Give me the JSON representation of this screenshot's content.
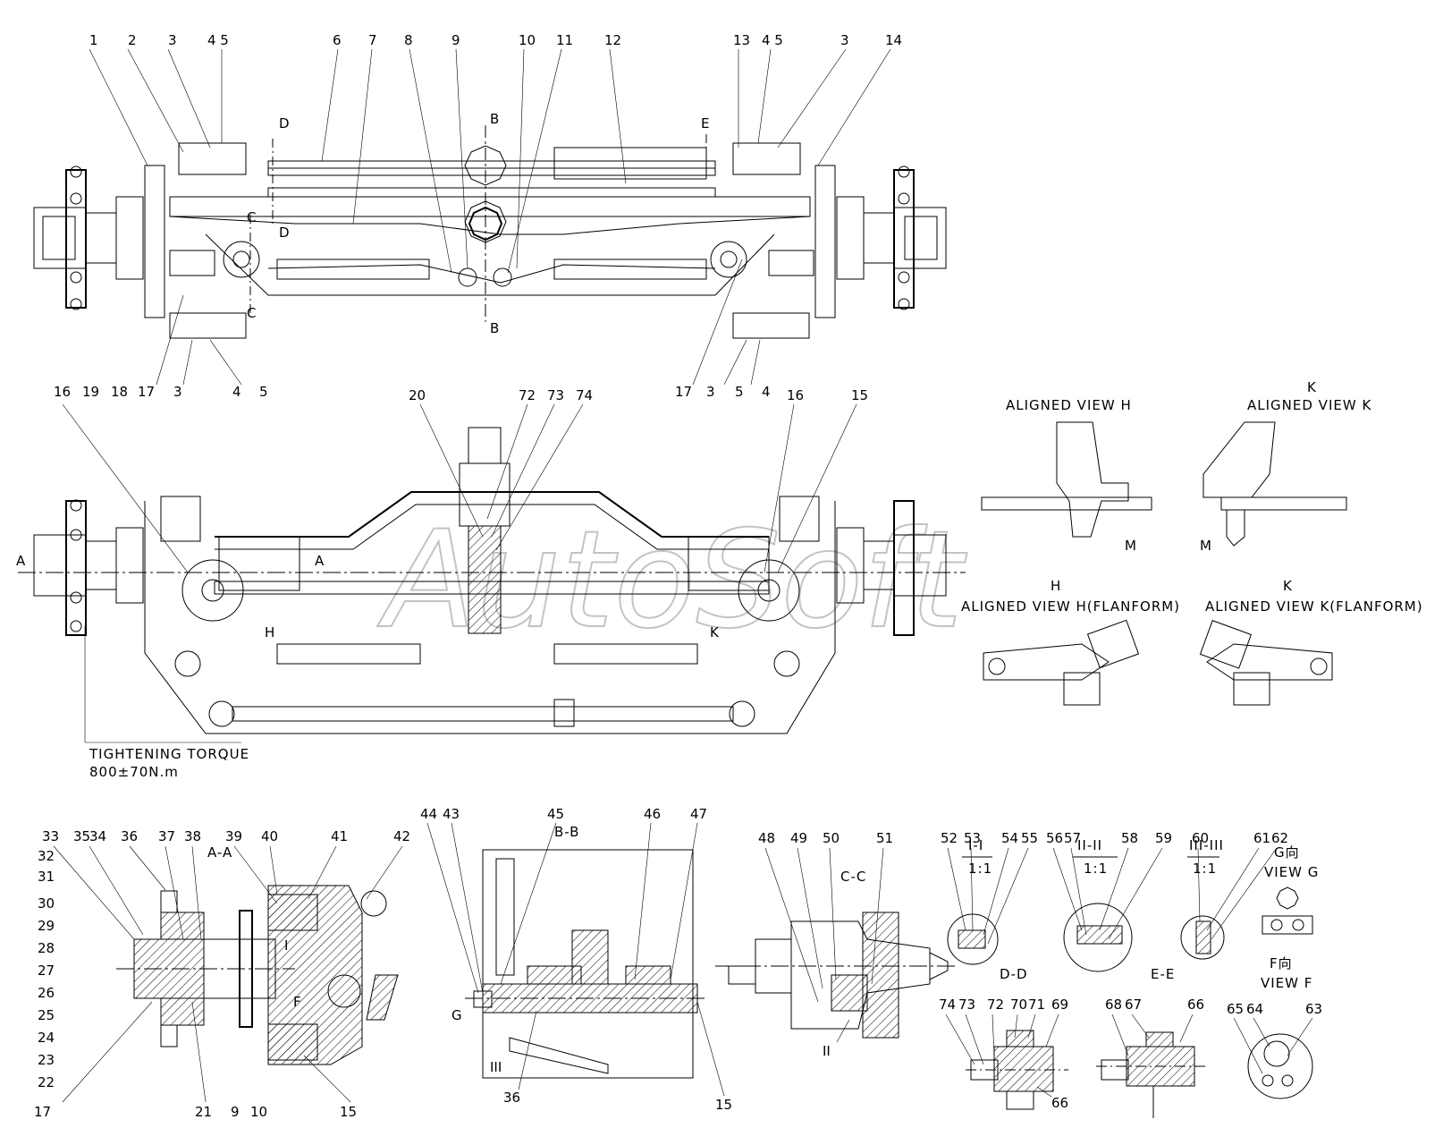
{
  "watermark": "AutoSoft",
  "top_view": {
    "callouts_top": [
      "1",
      "2",
      "3",
      "4 5",
      "6",
      "7",
      "8",
      "9",
      "10",
      "11",
      "12",
      "13",
      "4 5",
      "3",
      "14"
    ],
    "callouts_bottom": [
      "16",
      "19",
      "18",
      "17",
      "3",
      "4",
      "5",
      "17",
      "3",
      "5",
      "4"
    ],
    "section_marks": [
      "B",
      "B",
      "D",
      "D",
      "C",
      "C",
      "E"
    ]
  },
  "front_view": {
    "callouts": [
      "20",
      "72",
      "73",
      "74",
      "16",
      "15"
    ],
    "section_marks": [
      "A",
      "A",
      "H",
      "K"
    ],
    "torque_note_line1": "TIGHTENING TORQUE",
    "torque_note_line2": "800±70N.m"
  },
  "aligned_views": {
    "h_title": "ALIGNED VIEW H",
    "k_letter": "K",
    "k_title": "ALIGNED VIEW K",
    "m_label_h": "M",
    "m_label_k": "M",
    "h_flan_letter": "H",
    "h_flan_title": "ALIGNED VIEW H(FLANFORM)",
    "k_flan_letter": "K",
    "k_flan_title": "ALIGNED VIEW K(FLANFORM)"
  },
  "section_aa": {
    "title": "A-A",
    "callouts": [
      "33",
      "35",
      "34",
      "36",
      "37",
      "38",
      "39",
      "40",
      "41",
      "42",
      "32",
      "31",
      "30",
      "29",
      "28",
      "27",
      "26",
      "25",
      "24",
      "23",
      "22",
      "17",
      "21",
      "9",
      "10",
      "15"
    ],
    "marks": [
      "I",
      "F"
    ]
  },
  "section_bb": {
    "title": "B-B",
    "callouts": [
      "44",
      "43",
      "45",
      "46",
      "47",
      "36",
      "15"
    ],
    "marks": [
      "G",
      "III"
    ]
  },
  "section_cc": {
    "title": "C-C",
    "callouts": [
      "48",
      "49",
      "50",
      "51"
    ],
    "marks": [
      "II"
    ]
  },
  "detail_i": {
    "title": "I-I",
    "scale": "1:1",
    "callouts": [
      "52",
      "53",
      "54",
      "55"
    ]
  },
  "detail_ii": {
    "title": "II-II",
    "scale": "1:1",
    "callouts": [
      "56",
      "57",
      "58",
      "59"
    ]
  },
  "detail_iii": {
    "title": "III-III",
    "scale": "1:1",
    "callouts": [
      "60",
      "61",
      "62"
    ]
  },
  "view_g": {
    "title_cn": "G向",
    "title": "VIEW G"
  },
  "view_f": {
    "title_cn": "F向",
    "title": "VIEW F",
    "callouts": [
      "65",
      "64",
      "63"
    ]
  },
  "section_dd": {
    "title": "D-D",
    "callouts": [
      "74",
      "73",
      "72",
      "70",
      "71",
      "69",
      "66"
    ]
  },
  "section_ee": {
    "title": "E-E",
    "callouts": [
      "68",
      "67",
      "66"
    ]
  }
}
